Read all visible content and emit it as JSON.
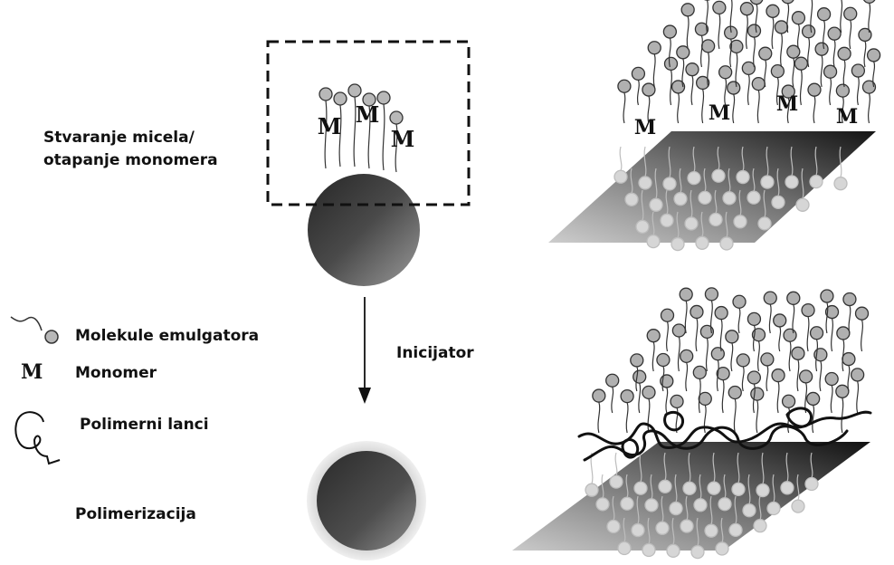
{
  "labels": {
    "micelle_formation_line1": "Stvaranje micela/",
    "micelle_formation_line2": "otapanje monomera",
    "initiator": "Inicijator",
    "polymerization": "Polimerizacija"
  },
  "legend": {
    "emulsifier": "Molekule emulgatora",
    "monomer_symbol": "M",
    "monomer": "Monomer",
    "polymer_chains": "Polimerni lanci"
  },
  "monomer_symbol": "M",
  "colors": {
    "head_fill": "#b8b8b8",
    "head_stroke": "#333333",
    "plate_light": "#cfcfcf",
    "plate_dark": "#1a1a1a",
    "droplet_dark": "#2e2e2e",
    "droplet_light": "#8a8a8a",
    "halo": "#d9d9d9",
    "ink": "#111111"
  }
}
